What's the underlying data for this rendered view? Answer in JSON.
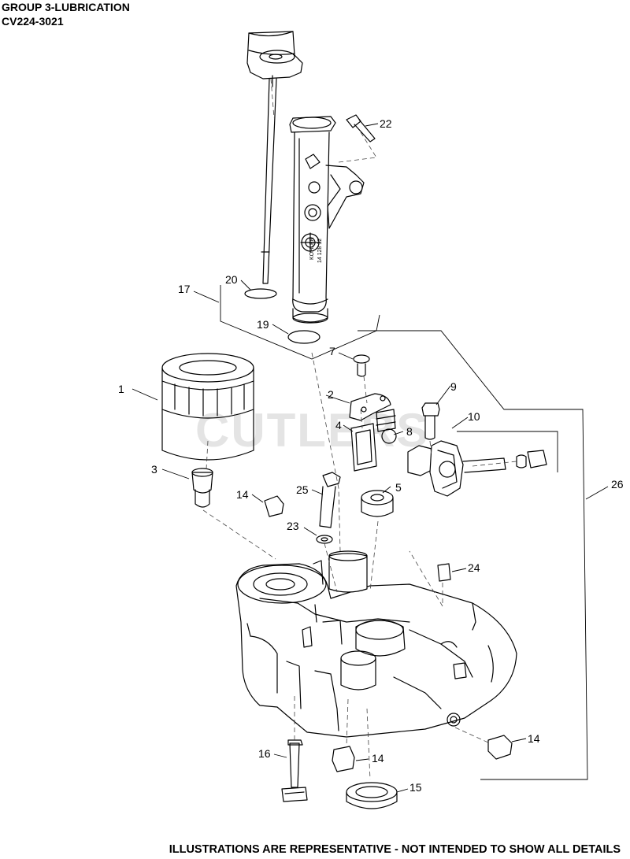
{
  "header": {
    "group_title": "GROUP 3-LUBRICATION",
    "model": "CV224-3021"
  },
  "watermark": "CUTLERS",
  "footer": "ILLUSTRATIONS ARE REPRESENTATIVE - NOT INTENDED TO SHOW ALL DETAILS",
  "dipstick_tube_marking": [
    "KOHLER",
    "14 128 12"
  ],
  "callouts": {
    "c1": "1",
    "c2": "2",
    "c3": "3",
    "c4": "4",
    "c5": "5",
    "c7": "7",
    "c8": "8",
    "c9": "9",
    "c10": "10",
    "c14a": "14",
    "c14b": "14",
    "c14c": "14",
    "c15": "15",
    "c16": "16",
    "c17": "17",
    "c19": "19",
    "c20": "20",
    "c22": "22",
    "c23": "23",
    "c24": "24",
    "c25": "25",
    "c26": "26"
  },
  "colors": {
    "line": "#000000",
    "dash": "#444444",
    "watermark": "#e4e4e4"
  }
}
